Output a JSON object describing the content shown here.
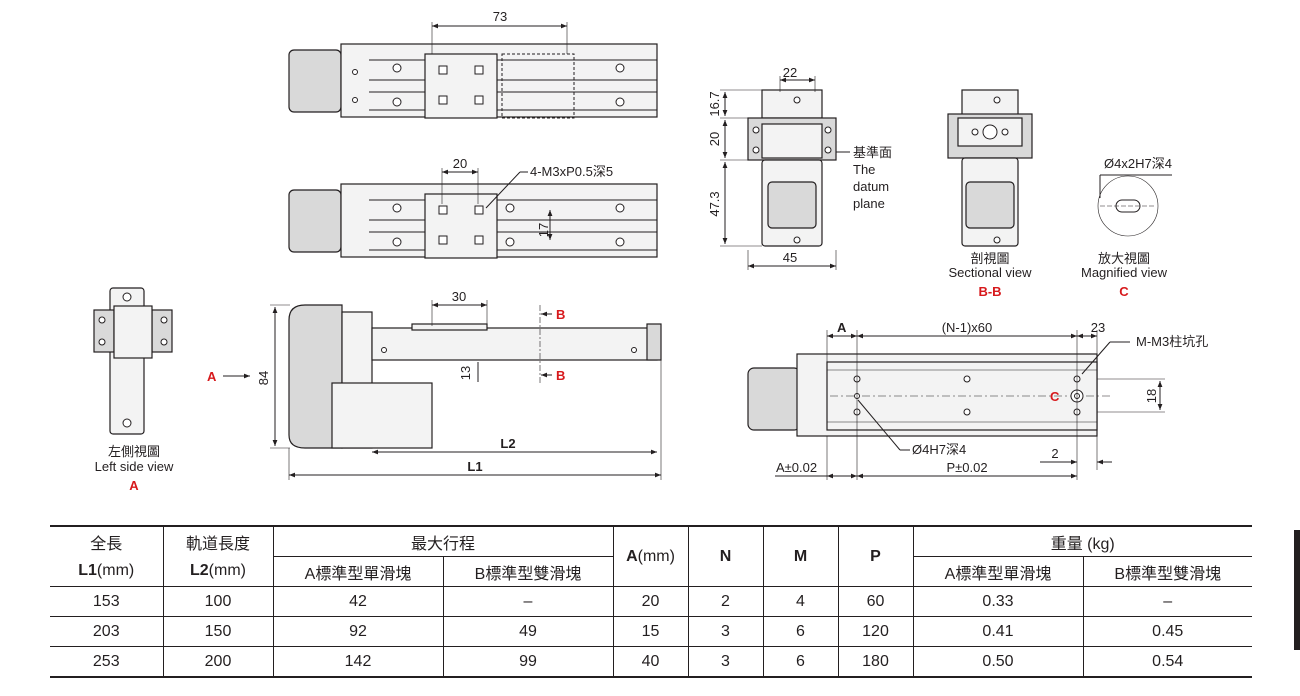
{
  "dims": {
    "d73": "73",
    "d20": "20",
    "tap": "4-M3xP0.5深5",
    "d17": "17",
    "d22": "22",
    "d16_7": "16.7",
    "d20v": "20",
    "d47_3": "47.3",
    "d45": "45",
    "d30": "30",
    "d13": "13",
    "d84": "84",
    "L2": "L2",
    "L1": "L1",
    "A_top": "A",
    "pitch": "(N-1)x60",
    "d23": "23",
    "mm3": "M-M3柱坑孔",
    "d18": "18",
    "d2": "2",
    "hole4": "Ø4H7深4",
    "A_tol": "A±0.02",
    "P_tol": "P±0.02",
    "hole42": "Ø4x2H7深4"
  },
  "labels": {
    "datum_zh": "基準面",
    "datum_en1": "The",
    "datum_en2": "datum",
    "datum_en3": "plane",
    "section_zh": "剖視圖",
    "section_en": "Sectional view",
    "section_tag": "B-B",
    "mag_zh": "放大視圖",
    "mag_en": "Magnified view",
    "mag_tag": "C",
    "left_zh": "左側視圖",
    "left_en": "Left side view",
    "left_tag": "A",
    "arrow_a": "A",
    "cut_b1": "B",
    "cut_b2": "B",
    "c_mark": "C"
  },
  "table": {
    "h_l1_zh": "全長",
    "h_l1_var": "L1",
    "h_l1_unit": "(mm)",
    "h_l2_zh": "軌道長度",
    "h_l2_var": "L2",
    "h_l2_unit": "(mm)",
    "h_stroke": "最大行程",
    "h_stroke_a": "A標準型單滑塊",
    "h_stroke_b": "B標準型雙滑塊",
    "h_a_var": "A",
    "h_a_unit": "(mm)",
    "h_n": "N",
    "h_m": "M",
    "h_p": "P",
    "h_weight": "重量 (kg)",
    "h_weight_a": "A標準型單滑塊",
    "h_weight_b": "B標準型雙滑塊",
    "rows": [
      [
        "153",
        "100",
        "42",
        "–",
        "20",
        "2",
        "4",
        "60",
        "0.33",
        "–"
      ],
      [
        "203",
        "150",
        "92",
        "49",
        "15",
        "3",
        "6",
        "120",
        "0.41",
        "0.45"
      ],
      [
        "253",
        "200",
        "142",
        "99",
        "40",
        "3",
        "6",
        "180",
        "0.50",
        "0.54"
      ]
    ]
  }
}
